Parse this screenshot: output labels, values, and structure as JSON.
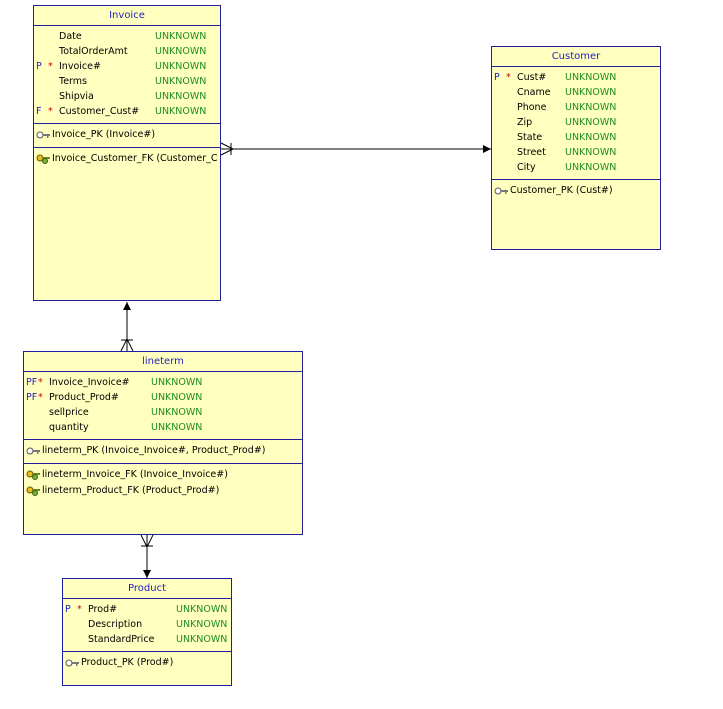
{
  "invoice": {
    "title": "Invoice",
    "attrs": [
      {
        "mark": "",
        "req": "",
        "name": "Date",
        "type": "UNKNOWN"
      },
      {
        "mark": "",
        "req": "",
        "name": "TotalOrderAmt",
        "type": "UNKNOWN"
      },
      {
        "mark": "P",
        "req": "*",
        "name": "Invoice#",
        "type": "UNKNOWN"
      },
      {
        "mark": "",
        "req": "",
        "name": "Terms",
        "type": "UNKNOWN"
      },
      {
        "mark": "",
        "req": "",
        "name": "Shipvia",
        "type": "UNKNOWN"
      },
      {
        "mark": "F",
        "req": "*",
        "name": "Customer_Cust#",
        "type": "UNKNOWN"
      }
    ],
    "pk": "Invoice_PK (Invoice#)",
    "fks": [
      "Invoice_Customer_FK (Customer_C"
    ]
  },
  "customer": {
    "title": "Customer",
    "attrs": [
      {
        "mark": "P",
        "req": "*",
        "name": "Cust#",
        "type": "UNKNOWN"
      },
      {
        "mark": "",
        "req": "",
        "name": "Cname",
        "type": "UNKNOWN"
      },
      {
        "mark": "",
        "req": "",
        "name": "Phone",
        "type": "UNKNOWN"
      },
      {
        "mark": "",
        "req": "",
        "name": "Zip",
        "type": "UNKNOWN"
      },
      {
        "mark": "",
        "req": "",
        "name": "State",
        "type": "UNKNOWN"
      },
      {
        "mark": "",
        "req": "",
        "name": "Street",
        "type": "UNKNOWN"
      },
      {
        "mark": "",
        "req": "",
        "name": "City",
        "type": "UNKNOWN"
      }
    ],
    "pk": "Customer_PK (Cust#)"
  },
  "lineterm": {
    "title": "lineterm",
    "attrs": [
      {
        "mark": "PF",
        "req": "*",
        "name": "Invoice_Invoice#",
        "type": "UNKNOWN"
      },
      {
        "mark": "PF",
        "req": "*",
        "name": "Product_Prod#",
        "type": "UNKNOWN"
      },
      {
        "mark": "",
        "req": "",
        "name": "sellprice",
        "type": "UNKNOWN"
      },
      {
        "mark": "",
        "req": "",
        "name": "quantity",
        "type": "UNKNOWN"
      }
    ],
    "pk": "lineterm_PK (Invoice_Invoice#, Product_Prod#)",
    "fks": [
      "lineterm_Invoice_FK (Invoice_Invoice#)",
      "lineterm_Product_FK (Product_Prod#)"
    ]
  },
  "product": {
    "title": "Product",
    "attrs": [
      {
        "mark": "P",
        "req": "*",
        "name": "Prod#",
        "type": "UNKNOWN"
      },
      {
        "mark": "",
        "req": "",
        "name": "Description",
        "type": "UNKNOWN"
      },
      {
        "mark": "",
        "req": "",
        "name": "StandardPrice",
        "type": "UNKNOWN"
      }
    ],
    "pk": "Product_PK (Prod#)"
  },
  "colors": {
    "border": "#1f1f9f",
    "fill": "#ffffc0",
    "title": "#1f1fbf",
    "type": "#1e8c1e",
    "required": "#cc0000"
  }
}
